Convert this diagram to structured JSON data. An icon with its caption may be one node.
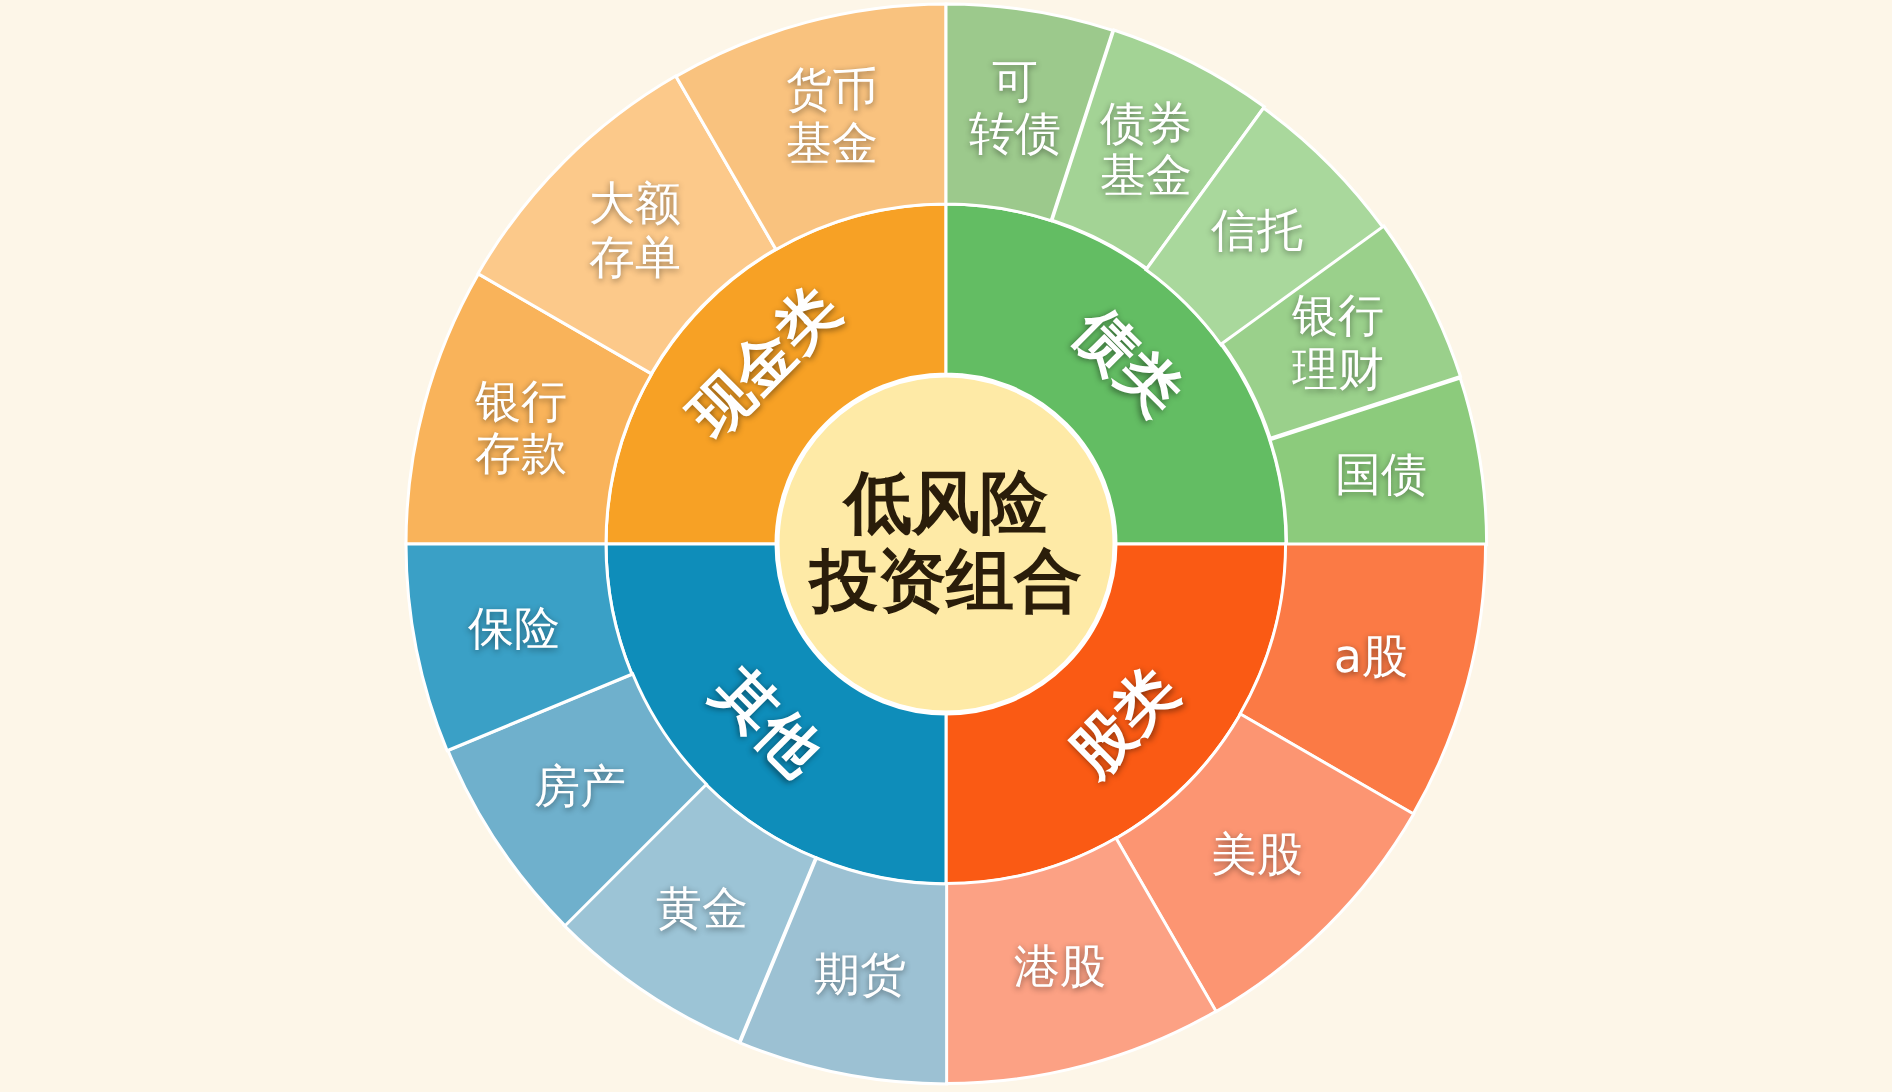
{
  "diagram": {
    "nodes": [
      {
        "text": [
          "低风险投资组合"
        ]
      },
      {
        "text": [
          "现金类"
        ]
      },
      {
        "text": [
          "债类"
        ]
      },
      {
        "text": [
          "股类"
        ]
      },
      {
        "text": [
          "其他"
        ]
      },
      {
        "text": [
          "银行存款"
        ]
      },
      {
        "text": [
          "大额存单"
        ]
      },
      {
        "text": [
          "货币基金"
        ]
      },
      {
        "text": [
          "可转债"
        ]
      },
      {
        "text": [
          "债券基金"
        ]
      },
      {
        "text": [
          "信托"
        ]
      },
      {
        "text": [
          "银行理财"
        ]
      },
      {
        "text": [
          "国债"
        ]
      },
      {
        "text": [
          "a股"
        ]
      },
      {
        "text": [
          "美股"
        ]
      },
      {
        "text": [
          "港股"
        ]
      },
      {
        "text": [
          "期货"
        ]
      },
      {
        "text": [
          "黄金"
        ]
      },
      {
        "text": [
          "房产"
        ]
      },
      {
        "text": [
          "保险"
        ]
      }
    ]
  }
}
